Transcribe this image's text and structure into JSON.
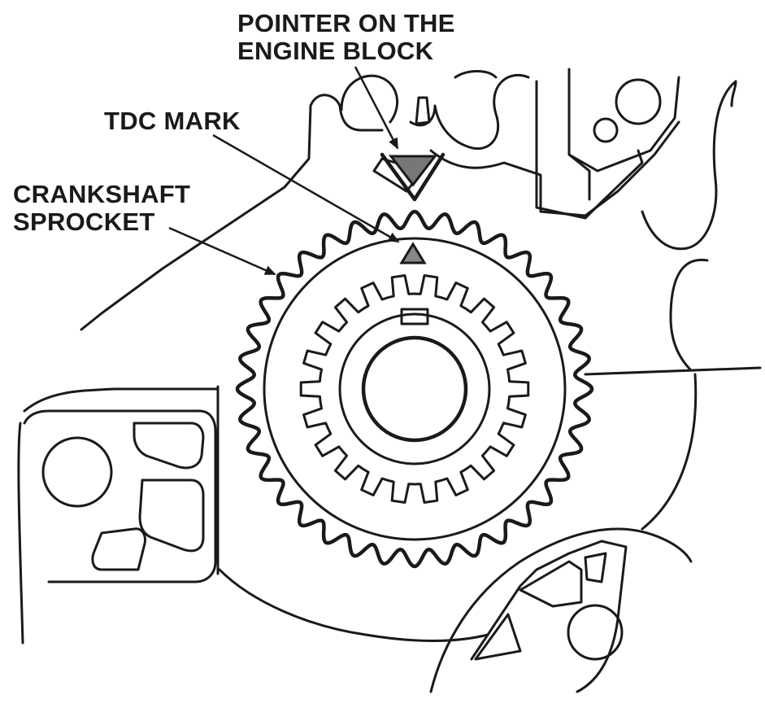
{
  "callouts": {
    "pointer_line1": "POINTER ON THE",
    "pointer_line2": "ENGINE BLOCK",
    "tdc": "TDC MARK",
    "sprocket_line1": "CRANKSHAFT",
    "sprocket_line2": "SPROCKET"
  },
  "colors": {
    "ink": "#1a1a1a",
    "pointer_fill": "#777777",
    "tdc_fill": "#888888",
    "background": "#ffffff"
  },
  "gear": {
    "outer_teeth": 36,
    "inner_splines": 22
  }
}
